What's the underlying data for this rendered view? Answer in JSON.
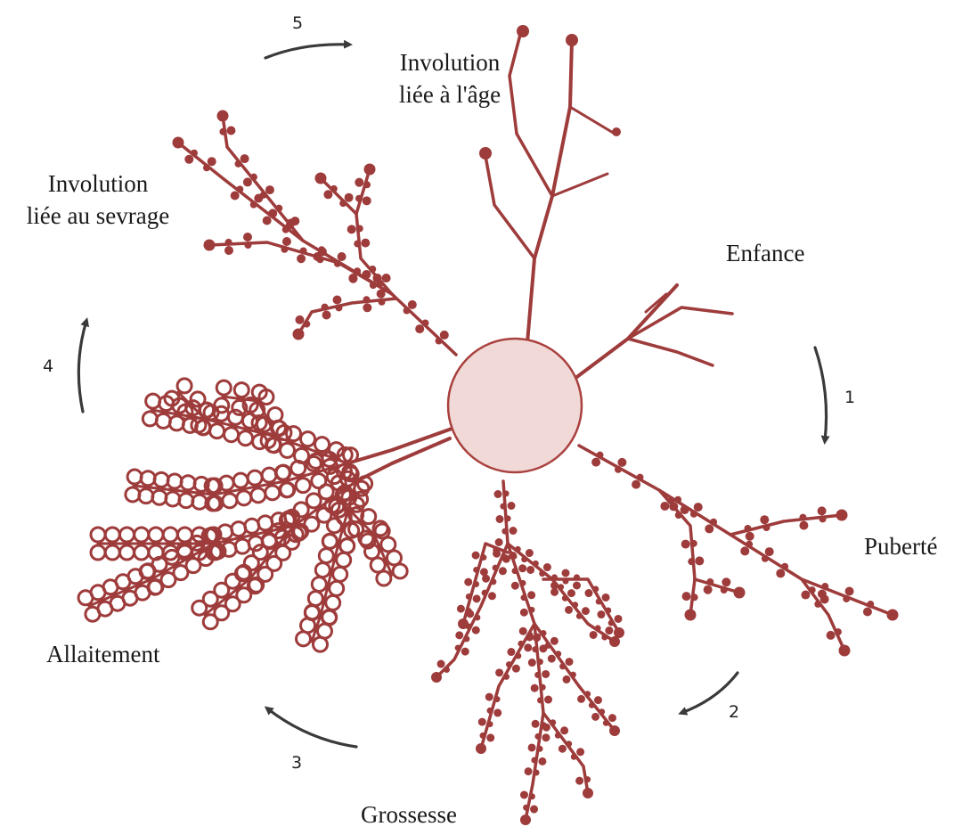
{
  "stages": [
    {
      "id": "enfance",
      "label": "Enfance"
    },
    {
      "id": "puberte",
      "label": "Puberté"
    },
    {
      "id": "grossesse",
      "label": "Grossesse"
    },
    {
      "id": "allaitement",
      "label": "Allaitement"
    },
    {
      "id": "sevrage",
      "label_line1": "Involution",
      "label_line2": "liée au sevrage"
    },
    {
      "id": "age",
      "label_line1": "Involution",
      "label_line2": "liée à l'âge"
    }
  ],
  "transitions": [
    {
      "label": "1"
    },
    {
      "label": "2"
    },
    {
      "label": "3"
    },
    {
      "label": "4"
    },
    {
      "label": "5"
    }
  ],
  "colors": {
    "duct": "#9e3b3b",
    "center_fill": "#f0d9d7",
    "center_stroke": "#a9413f",
    "arrow": "#3a3a3a"
  }
}
